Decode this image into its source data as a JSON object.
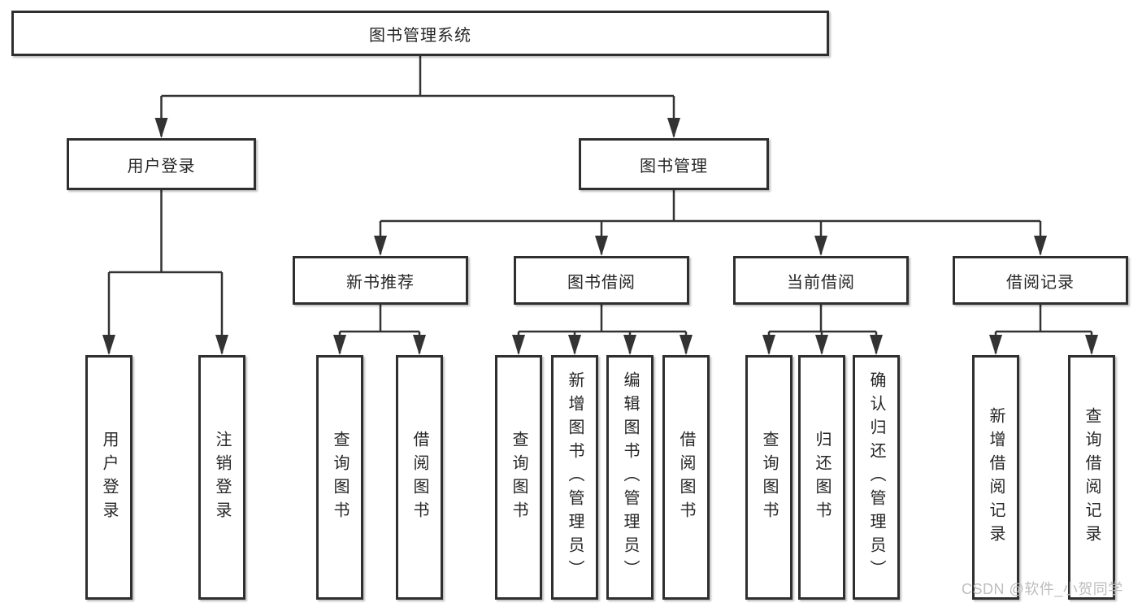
{
  "colors": {
    "line": "#333333",
    "box_border": "#2f2f2f",
    "text": "#262626",
    "background": "#ffffff",
    "watermark": "#bdbdbd"
  },
  "watermark": {
    "text": "CSDN @软件_小贺同学"
  },
  "tree": {
    "label": "图书管理系统",
    "children": [
      {
        "label": "用户登录",
        "children": [
          {
            "label": "用户登录"
          },
          {
            "label": "注销登录"
          }
        ]
      },
      {
        "label": "图书管理",
        "children": [
          {
            "label": "新书推荐",
            "children": [
              {
                "label": "查询图书"
              },
              {
                "label": "借阅图书"
              }
            ]
          },
          {
            "label": "图书借阅",
            "children": [
              {
                "label": "查询图书"
              },
              {
                "label": "新增图书（管理员）"
              },
              {
                "label": "编辑图书（管理员）"
              },
              {
                "label": "借阅图书"
              }
            ]
          },
          {
            "label": "当前借阅",
            "children": [
              {
                "label": "查询图书"
              },
              {
                "label": "归还图书"
              },
              {
                "label": "确认归还（管理员）"
              }
            ]
          },
          {
            "label": "借阅记录",
            "children": [
              {
                "label": "新增借阅记录"
              },
              {
                "label": "查询借阅记录"
              }
            ]
          }
        ]
      }
    ]
  }
}
